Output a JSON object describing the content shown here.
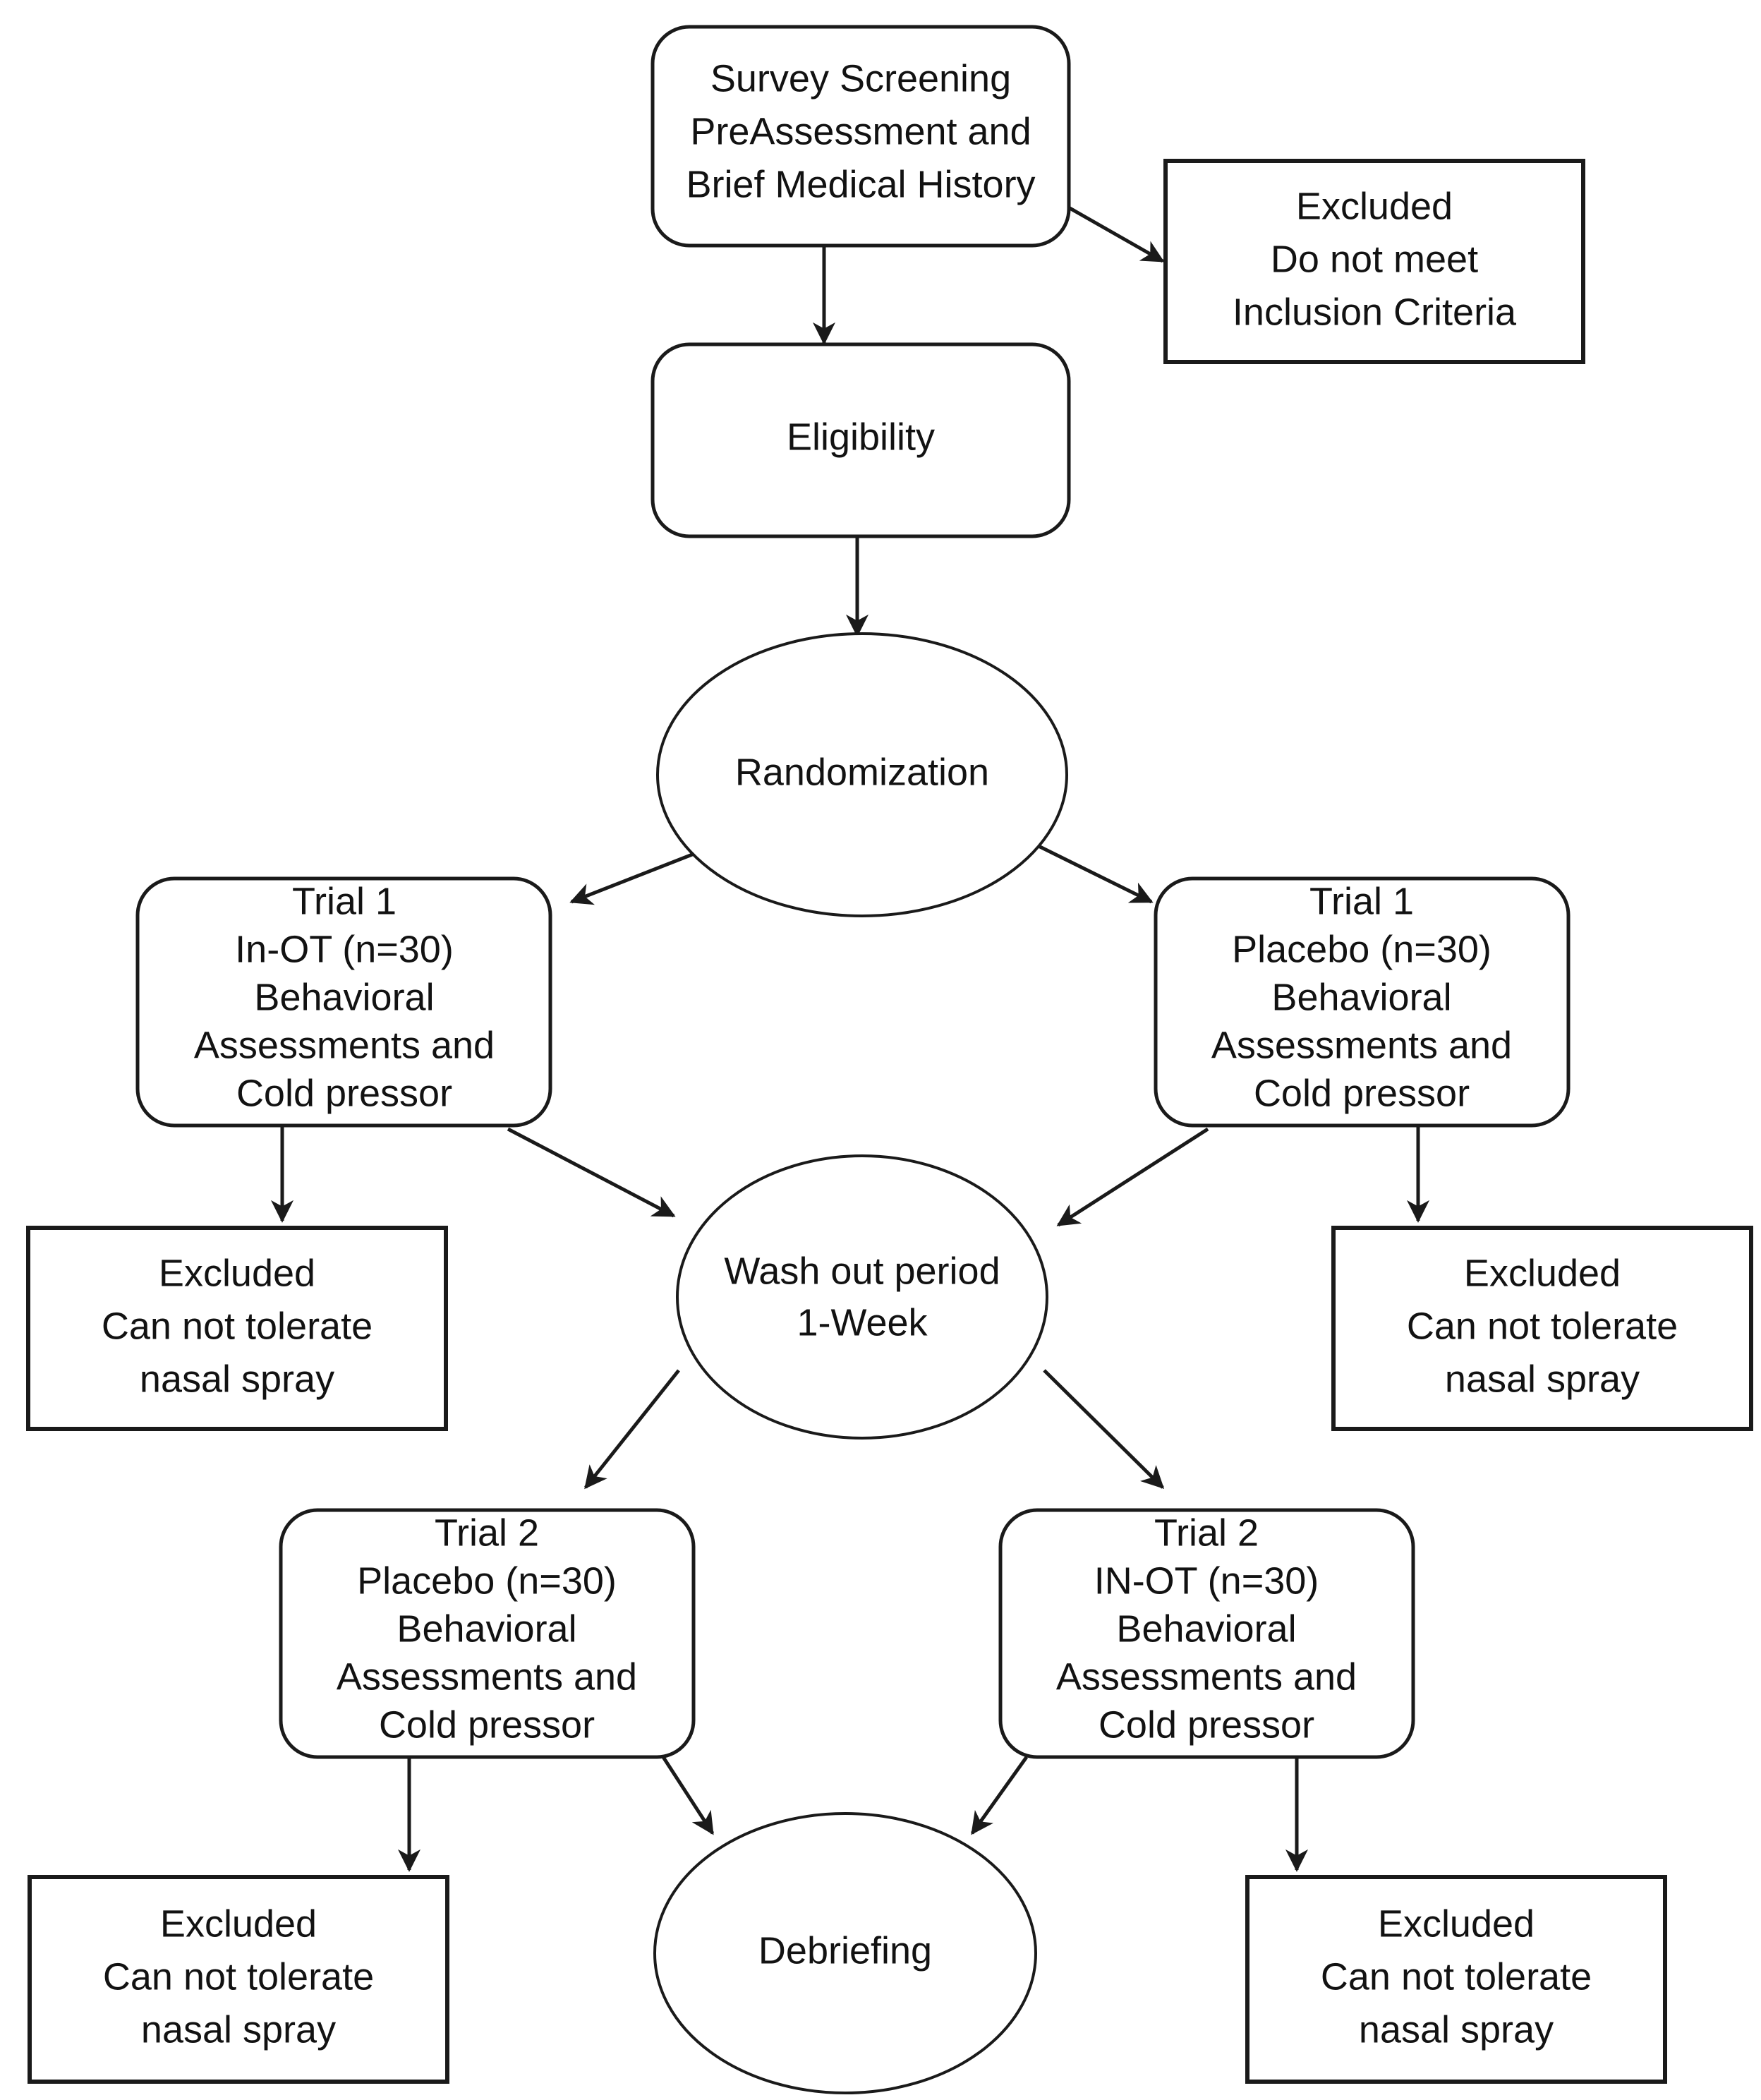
{
  "diagram": {
    "title": "Randomized Crossover Trial Flowchart",
    "stroke_color": "#1a1a1a",
    "fill_color": "#ffffff",
    "text_color": "#121212",
    "nodes": [
      {
        "id": "screening",
        "shape": "rounded-rect",
        "lines": [
          "Survey Screening",
          "PreAssessment and",
          "Brief Medical History"
        ]
      },
      {
        "id": "excluded-inclusion",
        "shape": "rect",
        "lines": [
          "Excluded",
          "Do not meet",
          "Inclusion Criteria"
        ]
      },
      {
        "id": "eligibility",
        "shape": "rounded-rect",
        "lines": [
          "Eligibility"
        ]
      },
      {
        "id": "randomization",
        "shape": "ellipse",
        "lines": [
          "Randomization"
        ]
      },
      {
        "id": "trial1-inot",
        "shape": "rounded-rect",
        "lines": [
          "Trial 1",
          "In-OT (n=30)",
          "Behavioral",
          "Assessments and",
          "Cold pressor"
        ]
      },
      {
        "id": "trial1-placebo",
        "shape": "rounded-rect",
        "lines": [
          "Trial 1",
          "Placebo (n=30)",
          "Behavioral",
          "Assessments and",
          "Cold pressor"
        ]
      },
      {
        "id": "excluded-left-mid",
        "shape": "rect",
        "lines": [
          "Excluded",
          "Can not tolerate",
          "nasal spray"
        ]
      },
      {
        "id": "washout",
        "shape": "ellipse",
        "lines": [
          "Wash out period",
          "1-Week"
        ]
      },
      {
        "id": "excluded-right-mid",
        "shape": "rect",
        "lines": [
          "Excluded",
          "Can not tolerate",
          "nasal spray"
        ]
      },
      {
        "id": "trial2-placebo",
        "shape": "rounded-rect",
        "lines": [
          "Trial 2",
          "Placebo (n=30)",
          "Behavioral",
          "Assessments and",
          "Cold pressor"
        ]
      },
      {
        "id": "trial2-inot",
        "shape": "rounded-rect",
        "lines": [
          "Trial 2",
          "IN-OT (n=30)",
          "Behavioral",
          "Assessments and",
          "Cold pressor"
        ]
      },
      {
        "id": "excluded-left-bottom",
        "shape": "rect",
        "lines": [
          "Excluded",
          "Can not tolerate",
          "nasal spray"
        ]
      },
      {
        "id": "debriefing",
        "shape": "ellipse",
        "lines": [
          "Debriefing"
        ]
      },
      {
        "id": "excluded-right-bottom",
        "shape": "rect",
        "lines": [
          "Excluded",
          "Can not tolerate",
          "nasal spray"
        ]
      }
    ],
    "edges": [
      {
        "id": "screening-to-eligibility",
        "from": "screening",
        "to": "eligibility"
      },
      {
        "id": "screening-to-excluded-inclusion",
        "from": "screening",
        "to": "excluded-inclusion"
      },
      {
        "id": "eligibility-to-randomization",
        "from": "eligibility",
        "to": "randomization"
      },
      {
        "id": "randomization-to-trial1-inot",
        "from": "randomization",
        "to": "trial1-inot"
      },
      {
        "id": "randomization-to-trial1-placebo",
        "from": "randomization",
        "to": "trial1-placebo"
      },
      {
        "id": "trial1-inot-to-excluded-left-mid",
        "from": "trial1-inot",
        "to": "excluded-left-mid"
      },
      {
        "id": "trial1-inot-to-washout",
        "from": "trial1-inot",
        "to": "washout"
      },
      {
        "id": "trial1-placebo-to-washout",
        "from": "trial1-placebo",
        "to": "washout"
      },
      {
        "id": "trial1-placebo-to-excluded-right-mid",
        "from": "trial1-placebo",
        "to": "excluded-right-mid"
      },
      {
        "id": "washout-to-trial2-placebo",
        "from": "washout",
        "to": "trial2-placebo"
      },
      {
        "id": "washout-to-trial2-inot",
        "from": "washout",
        "to": "trial2-inot"
      },
      {
        "id": "trial2-placebo-to-excluded-left-bottom",
        "from": "trial2-placebo",
        "to": "excluded-left-bottom"
      },
      {
        "id": "trial2-placebo-to-debriefing",
        "from": "trial2-placebo",
        "to": "debriefing"
      },
      {
        "id": "trial2-inot-to-debriefing",
        "from": "trial2-inot",
        "to": "debriefing"
      },
      {
        "id": "trial2-inot-to-excluded-right-bottom",
        "from": "trial2-inot",
        "to": "excluded-right-bottom"
      }
    ]
  }
}
